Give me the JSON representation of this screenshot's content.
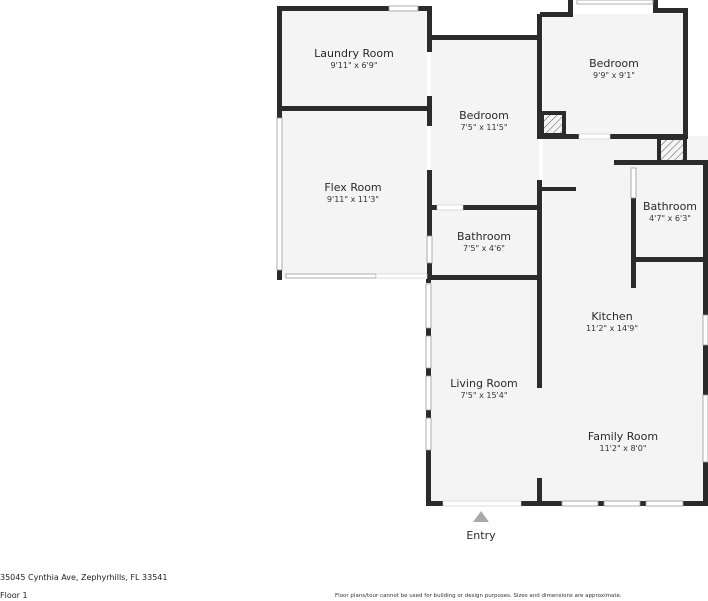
{
  "floorplan": {
    "rooms": [
      {
        "id": "laundry-room",
        "name": "Laundry Room",
        "dimensions": "9'11\" x 6'9\""
      },
      {
        "id": "bedroom-1",
        "name": "Bedroom",
        "dimensions": "7'5\" x 11'5\""
      },
      {
        "id": "bedroom-2",
        "name": "Bedroom",
        "dimensions": "9'9\" x 9'1\""
      },
      {
        "id": "flex-room",
        "name": "Flex Room",
        "dimensions": "9'11\" x 11'3\""
      },
      {
        "id": "bathroom-1",
        "name": "Bathroom",
        "dimensions": "7'5\" x 4'6\""
      },
      {
        "id": "bathroom-2",
        "name": "Bathroom",
        "dimensions": "4'7\" x 6'3\""
      },
      {
        "id": "kitchen",
        "name": "Kitchen",
        "dimensions": "11'2\" x 14'9\""
      },
      {
        "id": "living-room",
        "name": "Living Room",
        "dimensions": "7'5\" x 15'4\""
      },
      {
        "id": "family-room",
        "name": "Family Room",
        "dimensions": "11'2\" x 8'0\""
      }
    ],
    "entry": {
      "label": "Entry",
      "icon": "triangle-up-icon"
    },
    "colors": {
      "wall": "#2b2b2b",
      "floor": "#f4f4f4",
      "entry_marker": "#a8a8a8",
      "window": "#ffffff"
    }
  },
  "footer": {
    "address": "35045 Cynthia Ave, Zephyrhills, FL 33541",
    "floor": "Floor 1",
    "disclaimer": "Floor plans/tour cannot be used for building or design purposes. Sizes and dimensions are approximate."
  }
}
